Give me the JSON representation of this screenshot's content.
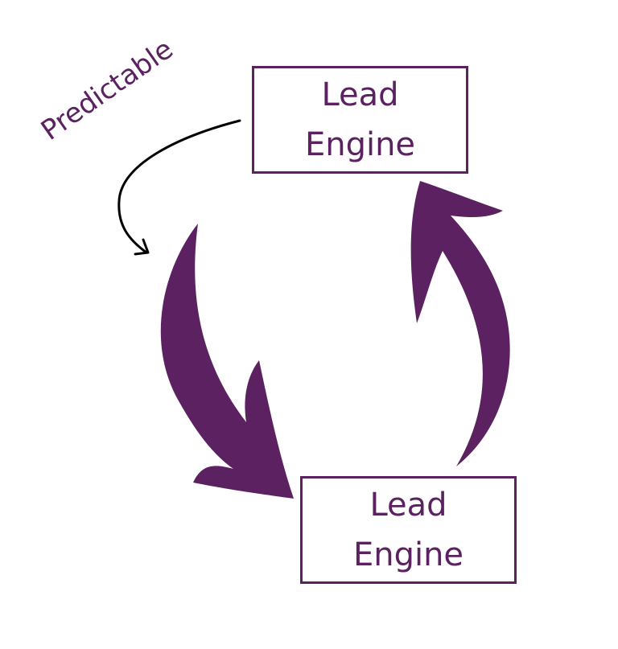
{
  "colors": {
    "accent": "#5b2160",
    "pointer": "#000000",
    "background": "#ffffff"
  },
  "diagram": {
    "nodes": [
      {
        "id": "top",
        "lines": [
          "Lead",
          "Engine"
        ]
      },
      {
        "id": "bottom",
        "lines": [
          "Lead",
          "Engine"
        ]
      }
    ],
    "annotation": "Predictable",
    "arrows": [
      "top-to-bottom",
      "bottom-to-top"
    ]
  }
}
